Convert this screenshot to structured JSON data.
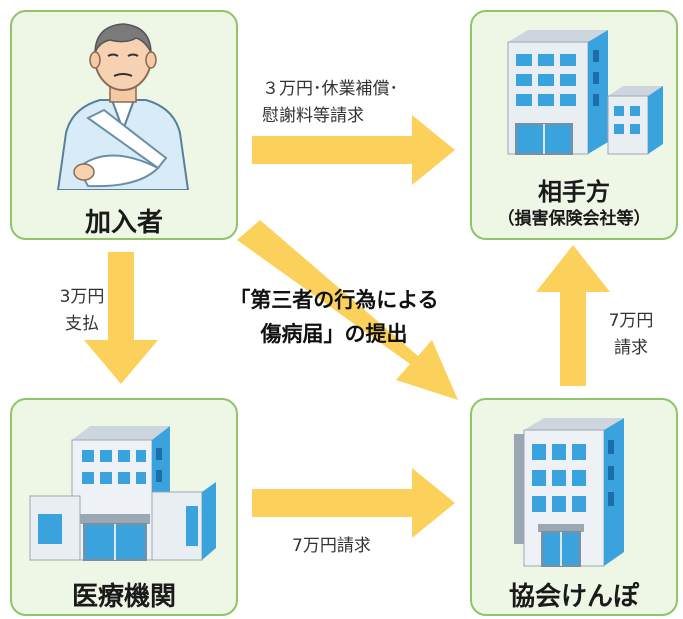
{
  "boxes": {
    "member": {
      "title": "加入者",
      "icon": "injured-person-icon"
    },
    "insurer": {
      "title": "相手方",
      "subtitle": "（損害保険会社等）",
      "icon": "office-building-icon"
    },
    "hospital": {
      "title": "医療機関",
      "icon": "hospital-building-icon"
    },
    "kyokai": {
      "title": "協会けんぽ",
      "icon": "office-building-icon"
    }
  },
  "arrows": {
    "member_to_insurer": {
      "line1": "３万円･休業補償･",
      "line2": "慰謝料等請求"
    },
    "member_to_hospital": {
      "line1": "3万円",
      "line2": "支払"
    },
    "member_to_kyokai": {
      "line1": "「第三者の行為による",
      "line2": "傷病届」の提出"
    },
    "kyokai_to_insurer": {
      "line1": "7万円",
      "line2": "請求"
    },
    "hospital_to_kyokai": {
      "line1": "7万円請求"
    }
  },
  "colors": {
    "box_fill": "#eef6e6",
    "box_border": "#8fc46a",
    "arrow": "#fcd15b",
    "building_blue": "#3aa3dd",
    "building_wall": "#e9eef3"
  }
}
